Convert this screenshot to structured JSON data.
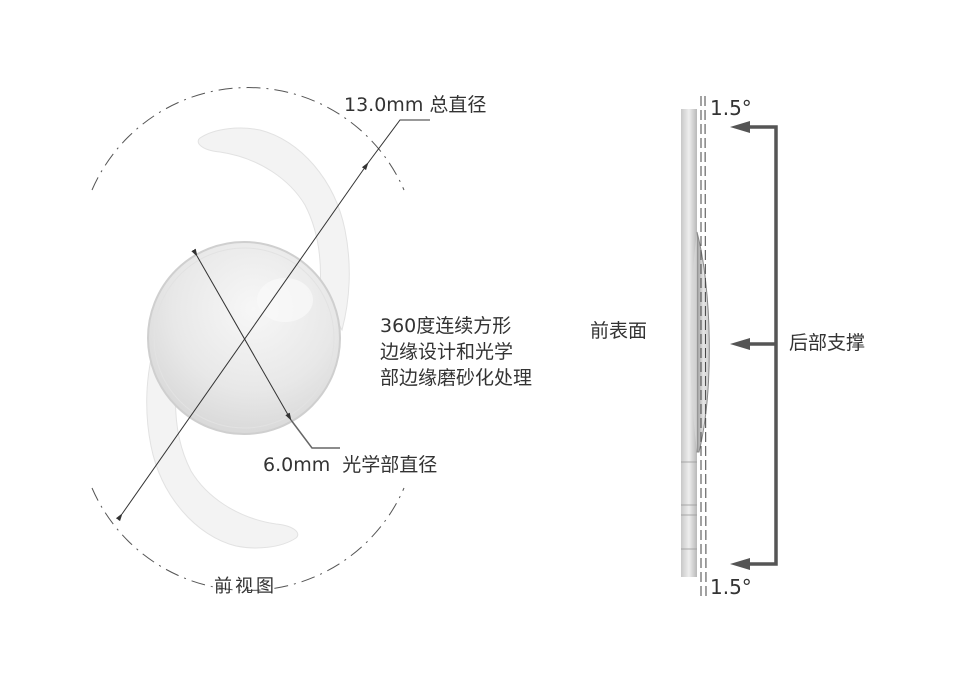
{
  "front_view": {
    "caption": "前视图",
    "overall_diameter": "13.0mm 总直径",
    "optic_diameter": "6.0mm  光学部直径",
    "feature_note": [
      "360度连续方形",
      "边缘设计和光学",
      "部边缘磨砂化处理"
    ]
  },
  "side_view": {
    "anterior_label": "前表面",
    "posterior_label": "后部支撑",
    "angle_top": "1.5°",
    "angle_bottom": "1.5°"
  },
  "colors": {
    "line": "#333333",
    "bracket": "#555555",
    "lens_fill": "#e6e6e6",
    "haptic_fill": "#f2f2f2"
  }
}
